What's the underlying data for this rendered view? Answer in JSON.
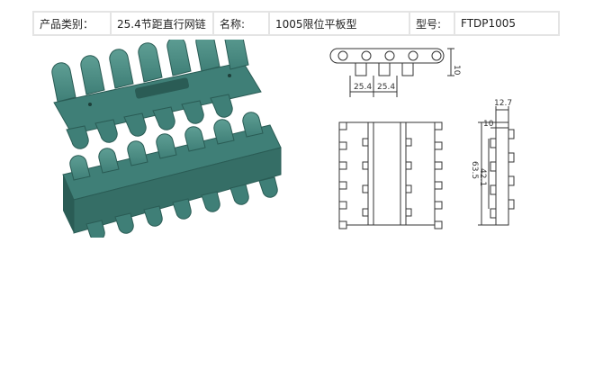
{
  "spec": {
    "category_label": "产品类别：",
    "category_value": "25.4节距直行网链",
    "name_label": "名称:",
    "name_value": "1005限位平板型",
    "model_label": "型号:",
    "model_value": "FTDP1005"
  },
  "drawing": {
    "dim_pitch_1": "25.4",
    "dim_pitch_2": "25.4",
    "dim_height": "10",
    "dim_thickness": "12.7",
    "dim_side_10": "10",
    "dim_width": "63.5",
    "dim_inner": "42.1"
  },
  "colors": {
    "chain_body": "#3f7f77",
    "chain_dark": "#2a5c55",
    "chain_light": "#5e9e94",
    "line": "#333333"
  }
}
